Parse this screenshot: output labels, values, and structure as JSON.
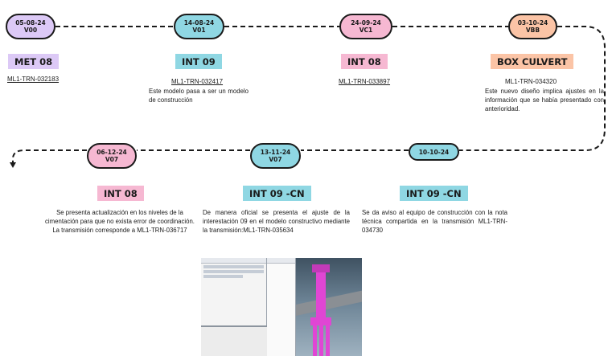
{
  "colors": {
    "purple": "#dcc9f6",
    "cyan": "#8fd7e3",
    "pink": "#f6b8d2",
    "peach": "#fbc4a6",
    "line": "#1a1a1a",
    "model_pink": "#e046d4"
  },
  "milestones": [
    {
      "date": "05-08-24",
      "version": "V00",
      "color": "purple",
      "tag": "MET 08",
      "tag_color": "purple",
      "code": "ML1-TRN-032183",
      "description": ""
    },
    {
      "date": "14-08-24",
      "version": "V01",
      "color": "cyan",
      "tag": "INT 09",
      "tag_color": "cyan",
      "code": "ML1-TRN-032417",
      "description": "Este modelo pasa a ser un modelo de construcción"
    },
    {
      "date": "24-09-24",
      "version": "VC1",
      "color": "pink",
      "tag": "INT 08",
      "tag_color": "pink",
      "code": "ML1-TRN-033897",
      "description": ""
    },
    {
      "date": "03-10-24",
      "version": "VBB",
      "color": "peach",
      "tag": "BOX CULVERT",
      "tag_color": "peach",
      "code": "ML1-TRN-034320",
      "description": "Este nuevo diseño implica ajustes en la información que se había presentado con anterioridad."
    },
    {
      "date": "10-10-24",
      "version": "",
      "color": "cyan",
      "tag": "INT 09 -CN",
      "tag_color": "cyan",
      "code": "",
      "description": "Se da aviso al equipo de construcción con la nota técnica compartida en la transmisión ML1-TRN-034730"
    },
    {
      "date": "13-11-24",
      "version": "V07",
      "color": "cyan",
      "tag": "INT 09 -CN",
      "tag_color": "cyan",
      "code": "",
      "description": "De manera oficial se presenta el ajuste de la interestación 09 en el modelo constructivo mediante la transmisión:ML1-TRN-035634"
    },
    {
      "date": "06-12-24",
      "version": "V07",
      "color": "pink",
      "tag": "INT 08",
      "tag_color": "pink",
      "code": "",
      "description": "Se presenta actualización en los niveles de la cimentación para que no exista error de coordinación. La transmisión corresponde a ML1-TRN-036717"
    }
  ],
  "thumbnail": {
    "icon": "model-viewer-screenshot"
  }
}
